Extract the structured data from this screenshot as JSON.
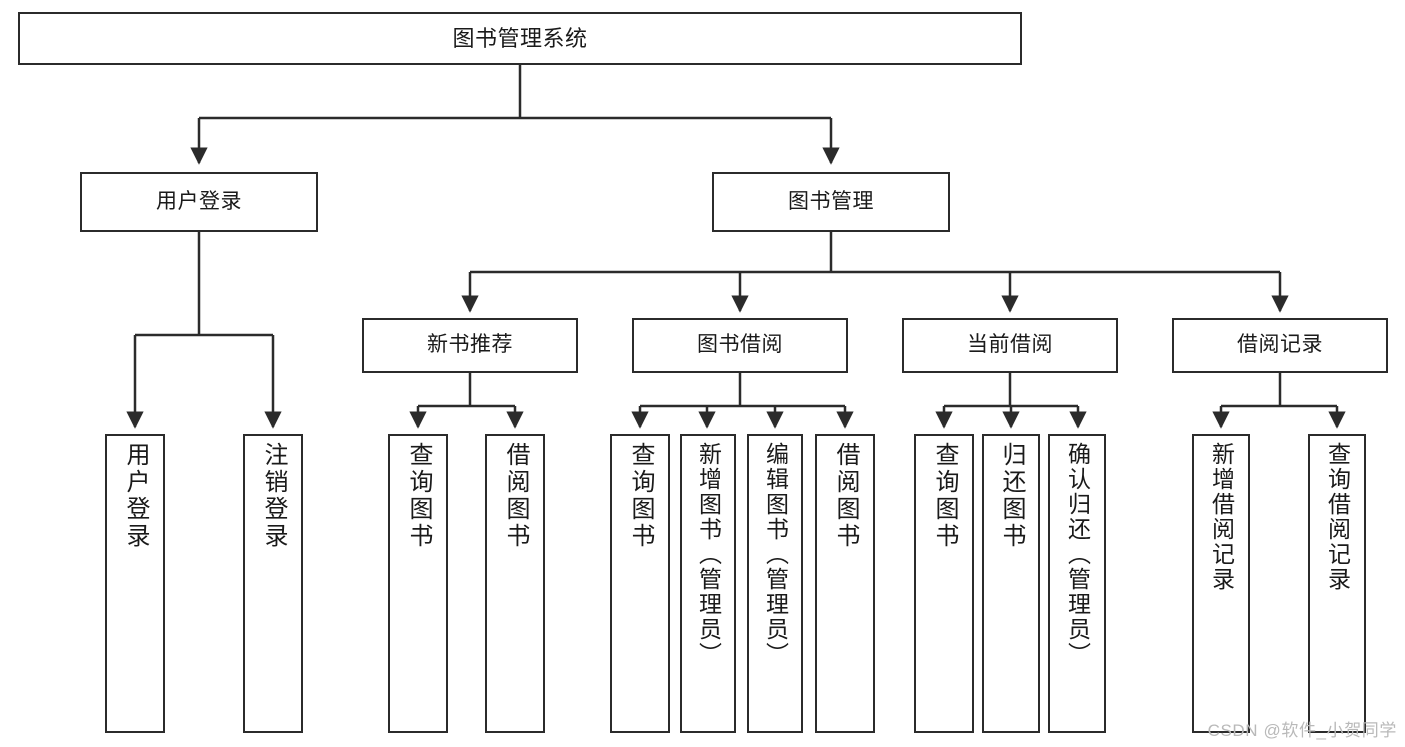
{
  "diagram": {
    "title": "图书管理系统",
    "type": "hierarchy-tree",
    "style": {
      "box_stroke": "#2b2b2b",
      "box_fill": "#ffffff",
      "edge_color": "#2b2b2b",
      "background": "#ffffff",
      "text_color": "#1a1a1a"
    }
  },
  "nodes": {
    "root": {
      "label": "图书管理系统",
      "level": 1
    },
    "level2": [
      {
        "id": "user-login",
        "label": "用户登录",
        "level": 2
      },
      {
        "id": "book-manage",
        "label": "图书管理",
        "level": 2
      }
    ],
    "level3": [
      {
        "id": "new-book-recommend",
        "label": "新书推荐",
        "level": 3,
        "parent": "book-manage"
      },
      {
        "id": "book-borrow",
        "label": "图书借阅",
        "level": 3,
        "parent": "book-manage"
      },
      {
        "id": "current-borrow",
        "label": "当前借阅",
        "level": 3,
        "parent": "book-manage"
      },
      {
        "id": "borrow-record",
        "label": "借阅记录",
        "level": 3,
        "parent": "book-manage"
      }
    ],
    "leaves": [
      {
        "id": "leaf-user-login",
        "label": "用户登录",
        "parent": "user-login"
      },
      {
        "id": "leaf-logout",
        "label": "注销登录",
        "parent": "user-login"
      },
      {
        "id": "leaf-query-book-1",
        "label": "查询图书",
        "parent": "new-book-recommend"
      },
      {
        "id": "leaf-borrow-book-1",
        "label": "借阅图书",
        "parent": "new-book-recommend"
      },
      {
        "id": "leaf-query-book-2",
        "label": "查询图书",
        "parent": "book-borrow"
      },
      {
        "id": "leaf-add-book",
        "label": "新增图书（管理员）",
        "parent": "book-borrow"
      },
      {
        "id": "leaf-edit-book",
        "label": "编辑图书（管理员）",
        "parent": "book-borrow"
      },
      {
        "id": "leaf-borrow-book-2",
        "label": "借阅图书",
        "parent": "book-borrow"
      },
      {
        "id": "leaf-query-book-3",
        "label": "查询图书",
        "parent": "current-borrow"
      },
      {
        "id": "leaf-return-book",
        "label": "归还图书",
        "parent": "current-borrow"
      },
      {
        "id": "leaf-confirm-return",
        "label": "确认归还（管理员）",
        "parent": "current-borrow"
      },
      {
        "id": "leaf-add-record",
        "label": "新增借阅记录",
        "parent": "borrow-record"
      },
      {
        "id": "leaf-query-record",
        "label": "查询借阅记录",
        "parent": "borrow-record"
      }
    ]
  },
  "watermark": {
    "text": "CSDN @软件_小贺同学"
  }
}
